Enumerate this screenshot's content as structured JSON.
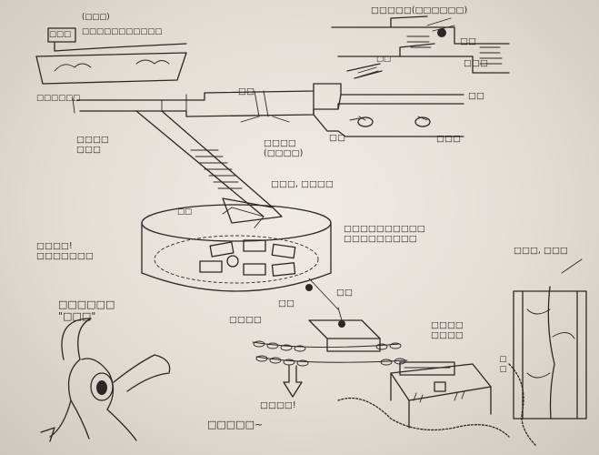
{
  "labels": {
    "header_note": "(□□□)",
    "header_text": "□□□□□□□□□□□",
    "header_box": "□□□",
    "left_side_note": "□□□□□□",
    "main_tomb_passage": "□□□□\n□□□",
    "passage_right_top": "□□",
    "passage_right_mid": "□□",
    "three_passages_note": "□□□□\n(□□□□)",
    "marker_note": "□□",
    "hengtou_note": "□□□",
    "water_inlet": "□□□□□(□□□□□□)",
    "river_bed": "□□",
    "diversion_channel": "□□□",
    "stone_bridge": "□□",
    "cave_note": "□□□, □□□□",
    "chamber_left_note": "□□□□!\n□□□□□□□",
    "chamber_right_note": "□□□□□□□□□□\n□□□□□□□□□",
    "chamber_pit": "□□",
    "gate_left": "□□",
    "gate_right": "□□",
    "bronze_chain": "□□□□",
    "corpse_note": "□□□□□□\n\"□□□\"",
    "bridge_note": "□□□□\n□□□□",
    "legend_right": "□□□, □□□",
    "joint_op": "□□□□!",
    "battle_note": "□□□□□~",
    "side_vertical": "□□"
  }
}
